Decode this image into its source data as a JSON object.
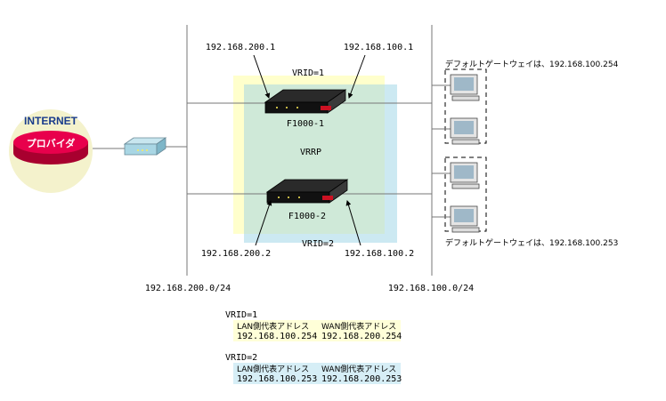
{
  "internet": {
    "label": "INTERNET",
    "provider": "プロバイダ"
  },
  "vrid1": {
    "label": "VRID=1"
  },
  "vrid2": {
    "label": "VRID=2"
  },
  "vrrp": {
    "label": "VRRP"
  },
  "routers": [
    {
      "name": "F1000-1",
      "wan_ip": "192.168.200.1",
      "lan_ip": "192.168.100.1"
    },
    {
      "name": "F1000-2",
      "wan_ip": "192.168.200.2",
      "lan_ip": "192.168.100.2"
    }
  ],
  "networks": {
    "wan": "192.168.200.0/24",
    "lan": "192.168.100.0/24"
  },
  "gateways": {
    "group1": "デフォルトゲートウェイは、192.168.100.254",
    "group2": "デフォルトゲートウェイは、192.168.100.253"
  },
  "tables": [
    {
      "title": "VRID=1",
      "headers": [
        "LAN側代表アドレス",
        "WAN側代表アドレス"
      ],
      "values": [
        "192.168.100.254",
        "192.168.200.254"
      ],
      "color": "#ffffd8"
    },
    {
      "title": "VRID=2",
      "headers": [
        "LAN側代表アドレス",
        "WAN側代表アドレス"
      ],
      "values": [
        "192.168.100.253",
        "192.168.200.253"
      ],
      "color": "#d6eef6"
    }
  ],
  "colors": {
    "vrid1_fill": "#ffffcc",
    "vrid2_fill": "#cce9f2",
    "overlap_fill": "#cfe9d8",
    "internet_circle": "#f4f2cc",
    "provider_fill": "#e8004c"
  }
}
